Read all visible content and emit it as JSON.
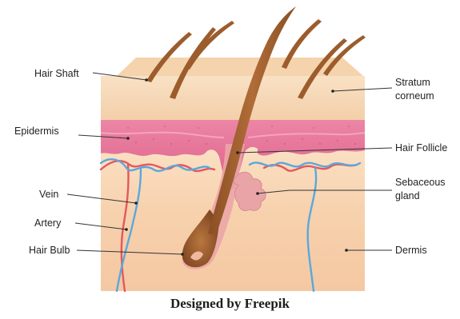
{
  "diagram": {
    "labels": {
      "hair_shaft": "Hair Shaft",
      "stratum_line1": "Stratum",
      "stratum_line2": "corneum",
      "epidermis": "Epidermis",
      "hair_follicle": "Hair Follicle",
      "vein": "Vein",
      "sebaceous_line1": "Sebaceous",
      "sebaceous_line2": "gland",
      "artery": "Artery",
      "hair_bulb": "Hair Bulb",
      "dermis": "Dermis"
    },
    "credit": "Designed by Freepik",
    "colors": {
      "stratum": "#f6d8b6",
      "epidermis": "#e8769a",
      "dermis": "#f8d6b4",
      "hair": "#a0602f",
      "vein": "#5aa8dc",
      "artery": "#e4585c",
      "leader_line": "#333333"
    }
  }
}
